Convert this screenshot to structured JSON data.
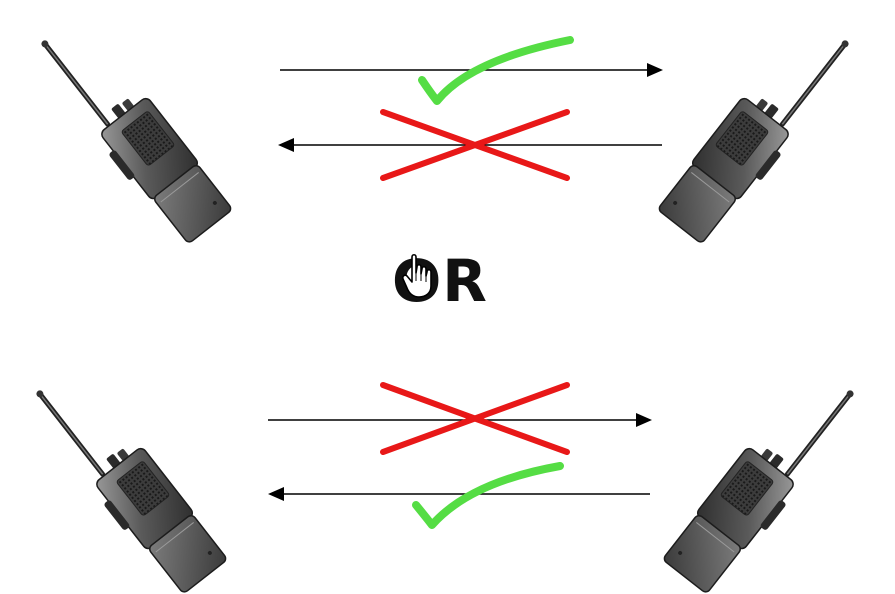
{
  "divider": {
    "text": "OR"
  },
  "colors": {
    "arrow": "#000000",
    "check": "#55dd44",
    "cross": "#e81818",
    "radio_body": "#5a5a5a",
    "radio_dark": "#2a2a2a",
    "radio_light": "#8c8c8c",
    "background": "#ffffff"
  },
  "icons": {
    "cursor": "hand-pointer-icon",
    "allowed": "check-mark-icon",
    "blocked": "cross-mark-icon",
    "device": "walkie-talkie-icon"
  },
  "scenarios": [
    {
      "name": "top",
      "left_to_right": "allowed",
      "right_to_left": "blocked"
    },
    {
      "name": "bottom",
      "left_to_right": "blocked",
      "right_to_left": "allowed"
    }
  ]
}
